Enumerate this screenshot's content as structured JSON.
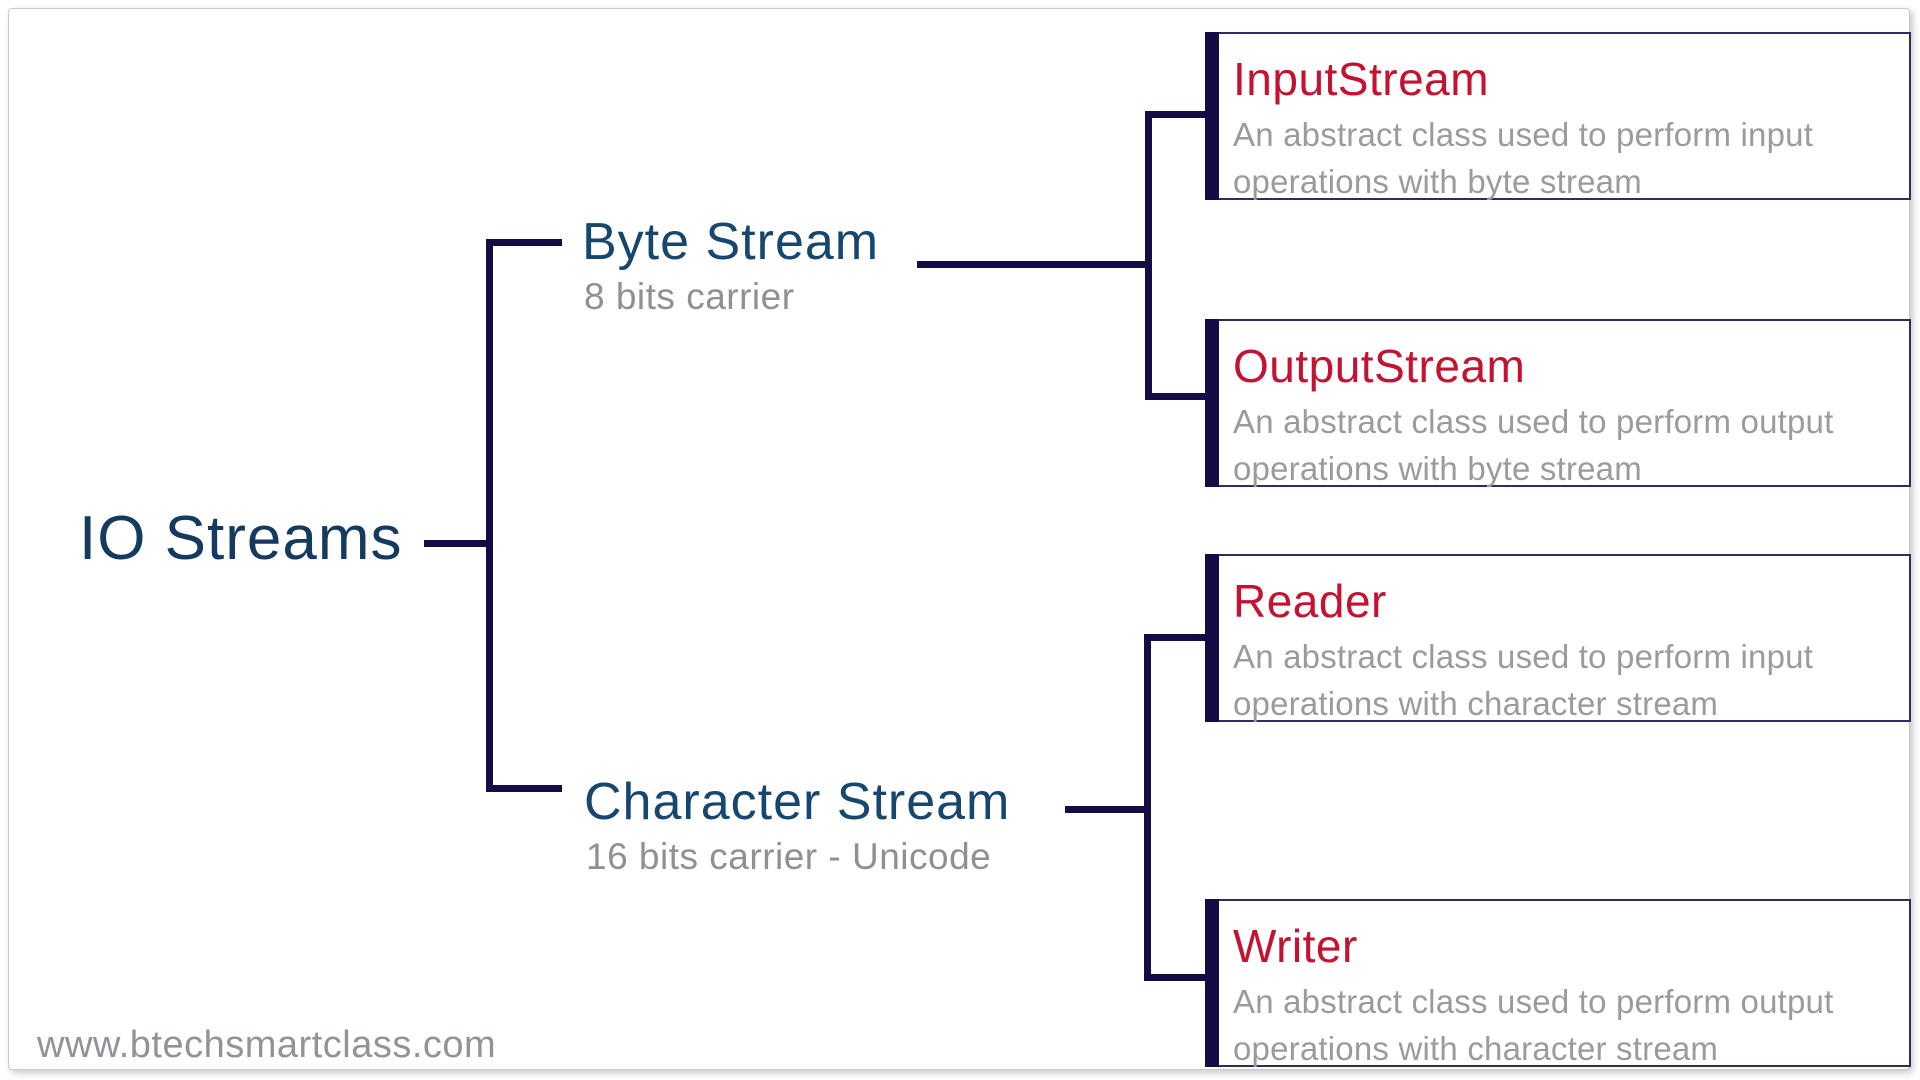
{
  "diagram": {
    "root": {
      "label": "IO Streams"
    },
    "branches": [
      {
        "label": "Byte Stream",
        "subtitle": "8 bits carrier",
        "children": [
          {
            "title": "InputStream",
            "description": "An abstract class used to perform input operations with byte stream"
          },
          {
            "title": "OutputStream",
            "description": "An abstract class used to perform output operations with byte stream"
          }
        ]
      },
      {
        "label": "Character Stream",
        "subtitle": "16 bits carrier - Unicode",
        "children": [
          {
            "title": "Reader",
            "description": "An abstract class used to perform input operations with character stream"
          },
          {
            "title": "Writer",
            "description": "An abstract class used to perform output operations with character stream"
          }
        ]
      }
    ],
    "watermark": "www.btechsmartclass.com",
    "colors": {
      "heading_navy": "#17466e",
      "root_navy": "#153a60",
      "connector_navy": "#140d45",
      "box_border_navy": "#2e2c63",
      "leaf_title_red": "#c41230",
      "description_gray": "#9b9b9b",
      "subtitle_gray": "#8f9094",
      "watermark_gray": "#8e9499",
      "card_border_gray": "#c9c9c9"
    }
  }
}
